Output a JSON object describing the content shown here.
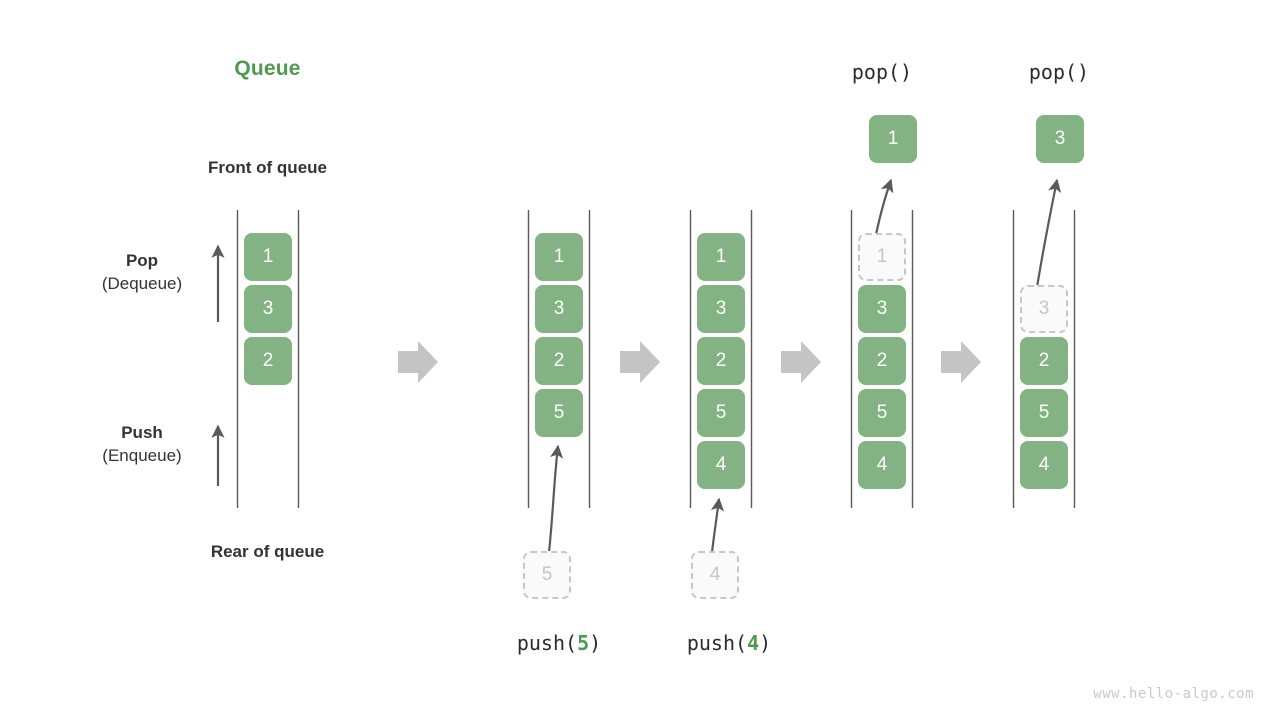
{
  "diagram": {
    "title": "Queue",
    "title_color": "#4e9a51",
    "front_label": "Front of queue",
    "rear_label": "Rear of queue",
    "box_color": "#84b383",
    "ghost_color": "#c6c6c6",
    "arrow_color": "#5a5a5a",
    "step_arrow_color": "#c4c4c4",
    "watermark": "www.hello-algo.com"
  },
  "side_labels": {
    "pop": {
      "line1": "Pop",
      "line2": "(Dequeue)"
    },
    "push": {
      "line1": "Push",
      "line2": "(Enqueue)"
    }
  },
  "columns": [
    {
      "name": "initial",
      "items": [
        "1",
        "3",
        "2"
      ],
      "ghost_index": -1,
      "empty_top_slots": 0,
      "top_label": "",
      "bottom_label": "",
      "popped_value": "",
      "incoming_value": ""
    },
    {
      "name": "push-5",
      "items": [
        "1",
        "3",
        "2",
        "5"
      ],
      "ghost_index": -1,
      "empty_top_slots": 0,
      "top_label": "",
      "bottom_label_prefix": "push(",
      "bottom_label_num": "5",
      "bottom_label_suffix": ")",
      "popped_value": "",
      "incoming_value": "5"
    },
    {
      "name": "push-4",
      "items": [
        "1",
        "3",
        "2",
        "5",
        "4"
      ],
      "ghost_index": -1,
      "empty_top_slots": 0,
      "top_label": "",
      "bottom_label_prefix": "push(",
      "bottom_label_num": "4",
      "bottom_label_suffix": ")",
      "popped_value": "",
      "incoming_value": "4"
    },
    {
      "name": "pop-1",
      "items": [
        "1",
        "3",
        "2",
        "5",
        "4"
      ],
      "ghost_index": 0,
      "empty_top_slots": 0,
      "top_label": "pop()",
      "popped_value": "1",
      "incoming_value": ""
    },
    {
      "name": "pop-3",
      "items": [
        "3",
        "2",
        "5",
        "4"
      ],
      "ghost_index": 0,
      "empty_top_slots": 1,
      "top_label": "pop()",
      "popped_value": "3",
      "incoming_value": ""
    }
  ]
}
